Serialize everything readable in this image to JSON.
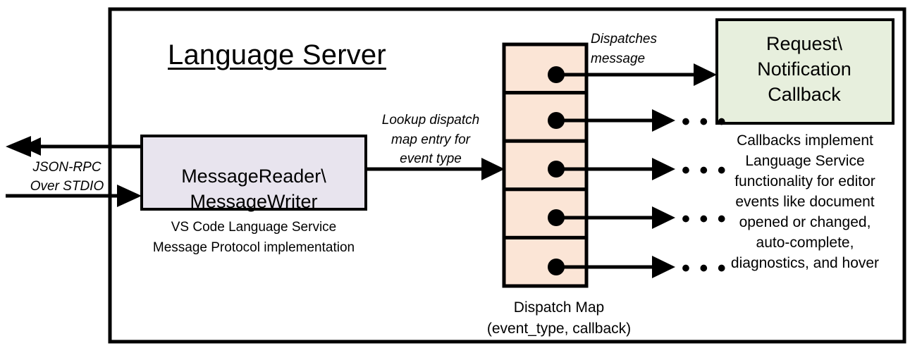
{
  "diagram": {
    "title": "Language Server",
    "container_label": "Language Server",
    "external_channel": {
      "label": "JSON-RPC\nOver STDIO",
      "outbound_arrow": "arrow-left-out",
      "inbound_arrow": "arrow-right-in"
    },
    "reader_box": {
      "text": "MessageReader\\\nMessageWriter",
      "caption": "VS Code Language Service\nMessage Protocol implementation",
      "fill": "#e8e4ee",
      "stroke": "#000000"
    },
    "lookup_edge": {
      "label": "Lookup dispatch\nmap entry for\nevent type"
    },
    "dispatch_map": {
      "caption": "Dispatch Map\n(event_type, callback)",
      "fill": "#fbe5d6",
      "stroke": "#000000",
      "row_count": 5,
      "rows": [
        {
          "marker": "callback-dot",
          "edge_label": "Dispatches\nmessage",
          "target": "callback-box"
        },
        {
          "marker": "callback-dot",
          "edge_label": "",
          "target": "ellipsis"
        },
        {
          "marker": "callback-dot",
          "edge_label": "",
          "target": "ellipsis"
        },
        {
          "marker": "callback-dot",
          "edge_label": "",
          "target": "ellipsis"
        },
        {
          "marker": "callback-dot",
          "edge_label": "",
          "target": "ellipsis"
        }
      ],
      "ellipsis_glyph": "• • •"
    },
    "callback_box": {
      "text": "Request\\\nNotification\nCallback",
      "caption": "Callbacks implement\nLanguage Service\nfunctionality for editor\nevents like document\nopened or changed,\nauto-complete,\ndiagnostics, and hover",
      "fill": "#e7efdd",
      "stroke": "#000000"
    },
    "colors": {
      "background": "#ffffff",
      "line": "#000000",
      "reader_fill": "#e8e4ee",
      "map_fill": "#fbe5d6",
      "callback_fill": "#e7efdd"
    }
  }
}
